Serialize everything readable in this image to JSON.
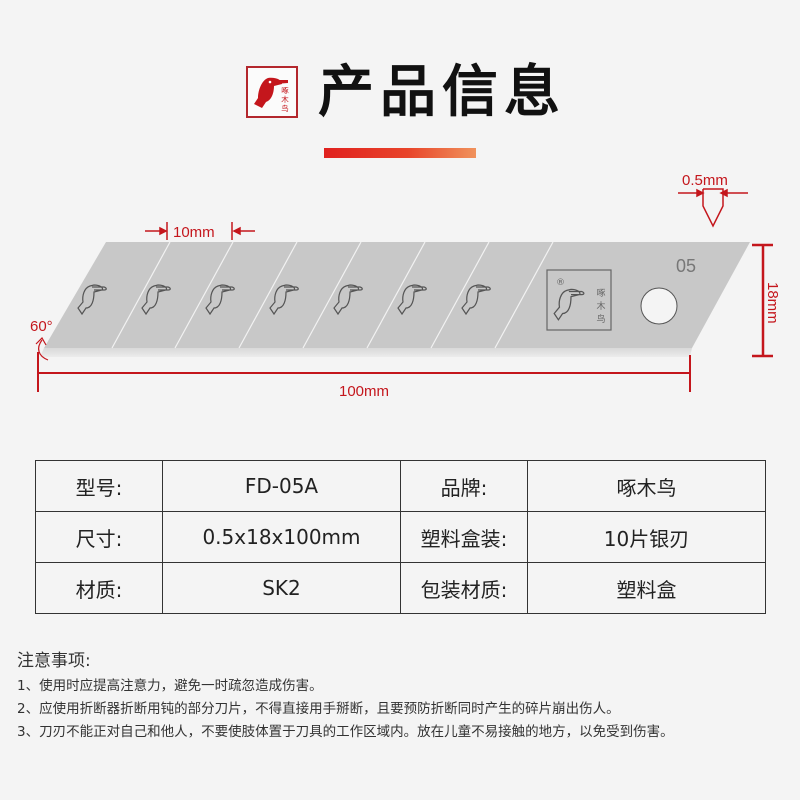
{
  "header": {
    "title": "产品信息",
    "logo": {
      "icon": "toucan-logo-icon",
      "brand_text": "啄木鸟"
    },
    "accent_color": "#e0211f"
  },
  "diagram": {
    "blade_color": "#c8c8c8",
    "dimension_color": "#c4161c",
    "segment_width_label": "10mm",
    "thickness_label": "0.5mm",
    "height_label": "18mm",
    "length_label": "100mm",
    "angle_label": "60°",
    "blade_marking": "05",
    "segments": 7,
    "stamp": {
      "registered": "®",
      "text": "啄木鸟"
    }
  },
  "spec_table": {
    "rows": [
      {
        "label1": "型号:",
        "value1": "FD-05A",
        "label2": "品牌:",
        "value2": "啄木鸟"
      },
      {
        "label1": "尺寸:",
        "value1": "0.5x18x100mm",
        "label2": "塑料盒装:",
        "value2": "10片银刃"
      },
      {
        "label1": "材质:",
        "value1": "SK2",
        "label2": "包装材质:",
        "value2": "塑料盒"
      }
    ]
  },
  "notes": {
    "heading": "注意事项:",
    "items": [
      "1、使用时应提高注意力，避免一时疏忽造成伤害。",
      "2、应使用折断器折断用钝的部分刀片，不得直接用手掰断，且要预防折断同时产生的碎片崩出伤人。",
      "3、刀刃不能正对自己和他人，不要使肢体置于刀具的工作区域内。放在儿童不易接触的地方，以免受到伤害。"
    ]
  }
}
